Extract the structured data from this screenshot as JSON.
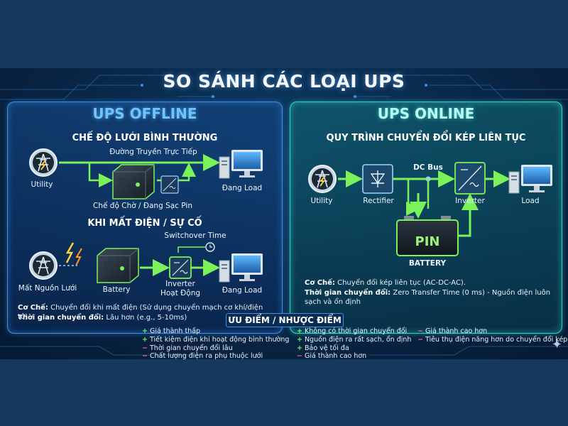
{
  "title": "SO SÁNH CÁC LOẠI UPS",
  "offline": {
    "title": "UPS OFFLINE",
    "normal_heading": "CHẾ ĐỘ LƯỚI BÌNH THƯỜNG",
    "direct_path": "Đường Truyền Trực Tiếp",
    "utility": "Utility",
    "load": "Đang Load",
    "standby": "Chế độ Chờ / Đang Sạc Pin",
    "outage_heading": "KHI MẤT ĐIỆN / SỰ CỐ",
    "switchover": "Switchover Time",
    "grid_loss": "Mất Nguồn Lưới",
    "battery": "Battery",
    "inverter_line1": "Inverter",
    "inverter_line2": "Hoạt Động",
    "load2": "Đang Load",
    "mechanism_label": "Cơ Chế:",
    "mechanism_text": " Chuyển đổi khi mất điện (Sử dụng chuyển mạch cơ khí/điện tử).",
    "transfer_label": "Thời gian chuyển đổi:",
    "transfer_text": " Lâu hơn (e.g., 5-10ms)"
  },
  "online": {
    "title": "UPS ONLINE",
    "heading": "QUY TRÌNH CHUYỂN ĐỔI KÉP LIÊN TỤC",
    "dc_bus": "DC Bus",
    "utility": "Utility",
    "rectifier": "Rectifier",
    "inverter": "Inverter",
    "load": "Load",
    "pin": "PIN",
    "battery": "BATTERY",
    "mechanism_label": "Cơ Chế:",
    "mechanism_text": " Chuyển đổi kép liên tục (AC-DC-AC).",
    "transfer_label": "Thời gian chuyển đổi:",
    "transfer_text": " Zero Transfer Time (0 ms) - Nguồn điện luôn sạch và ổn định"
  },
  "pros_cons": {
    "heading": "ƯU ĐIỂM / NHƯỢC ĐIỂM",
    "offline_items": [
      {
        "sign": "+",
        "text": "Giá thành thấp"
      },
      {
        "sign": "+",
        "text": "Tiết kiệm điện khi hoạt động bình thường"
      },
      {
        "sign": "−",
        "text": "Thời gian chuyển đổi lâu"
      },
      {
        "sign": "−",
        "text": "Chất lượng điện ra phụ thuộc lưới"
      }
    ],
    "online_items": [
      {
        "sign": "+",
        "text": "Không có thời gian chuyển đổi"
      },
      {
        "sign": "+",
        "text": "Nguồn điện ra rất sạch, ổn định"
      },
      {
        "sign": "+",
        "text": "Bảo vệ tối đa"
      },
      {
        "sign": "−",
        "text": "Giá thành cao hơn"
      }
    ],
    "online_cons": [
      {
        "sign": "−",
        "text": "Giá thành cao hơn"
      },
      {
        "sign": "−",
        "text": "Tiêu thụ điện năng hơn do chuyển đổi kép"
      }
    ]
  },
  "colors": {
    "flow": "#7cf25a",
    "offline_border": "#3d8fe0",
    "online_border": "#2fd6c8"
  }
}
